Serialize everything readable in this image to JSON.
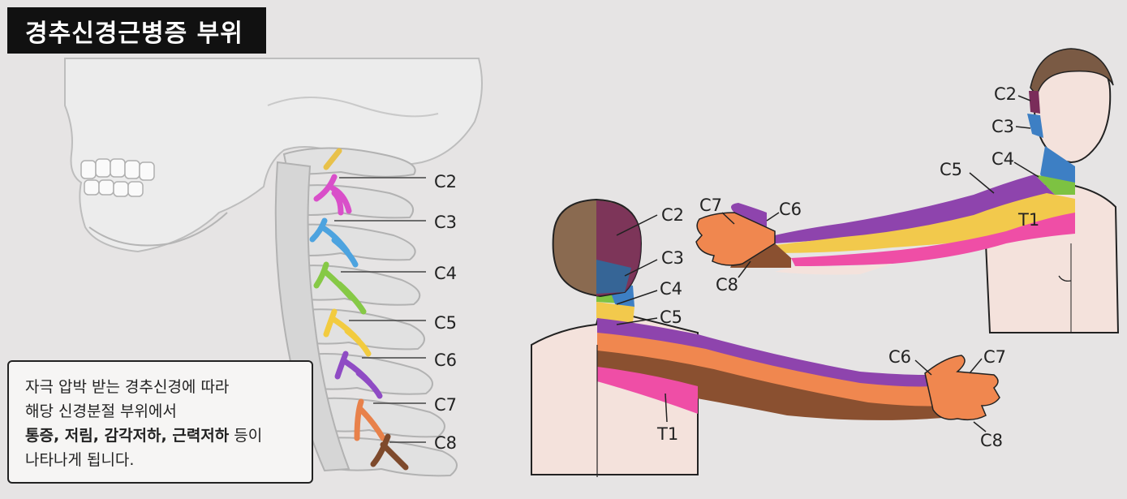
{
  "title": "경추신경근병증 부위",
  "spine_labels": [
    "C2",
    "C3",
    "C4",
    "C5",
    "C6",
    "C7",
    "C8"
  ],
  "back_labels": [
    "C2",
    "C3",
    "C4",
    "C5",
    "C6",
    "C7",
    "C8",
    "T1"
  ],
  "front_labels": [
    "C2",
    "C3",
    "C4",
    "C5",
    "C6",
    "C7",
    "C8",
    "T1"
  ],
  "note": {
    "line1": "자극 압박 받는 경추신경에 따라",
    "line2": "해당 신경분절 부위에서",
    "line3_bold1": "통증, 저림, 감각저하, 근력저하",
    "line3_rest": " 등이",
    "line4": "나타나게 됩니다."
  },
  "colors": {
    "C2": "#7a2c5a",
    "C3": "#3d7fc4",
    "C4": "#7dc242",
    "C5": "#f2c94c",
    "C6": "#8e44ad",
    "C7": "#f0874f",
    "C8": "#8a5030",
    "T1": "#ef4ea6",
    "skin": "#f4e2dc",
    "hair": "#7a5a44"
  }
}
